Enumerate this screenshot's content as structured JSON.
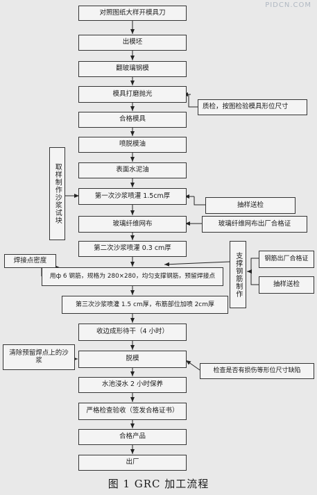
{
  "watermark": "PIDCN.COM",
  "steps": [
    "对照图纸大样开模具刀",
    "出模坯",
    "翻玻璃钢模",
    "模具打磨抛光",
    "合格模具",
    "喷脱模油",
    "表面水泥油",
    "第一次沙浆喷灌 1.5cm厚",
    "玻璃纤维网布",
    "第二次沙浆喷灌 0.3 cm厚",
    "用ф 6 钢筋，规格为 280×280，均匀支撑钢筋，预留焊接点",
    "第三次沙浆喷灌 1.5 cm厚，布筋部位加喷 2cm厚",
    "收边成形待干（4 小时）",
    "脱模",
    "水池浸水 2 小时保养",
    "严格检查验收（签发合格证书）",
    "合格产品",
    "出厂"
  ],
  "side": {
    "quality_check": "质检，按图检验模具形位尺寸",
    "sampling_1": "抽样送检",
    "fiber_cert": "玻璃纤维网布出厂合格证",
    "rebar_cert": "钢筋出厂合格证",
    "sampling_2": "抽样送检",
    "weld_density": "焊接点密度",
    "clean_sand": "清除预留焊点上的沙浆",
    "inspect": "检查是否有损伤等形位尺寸缺陷"
  },
  "vertical": {
    "specimen": "取样制作沙浆试块",
    "support_rebar": "支撑钢筋制作"
  },
  "caption": "图 1  GRC 加工流程"
}
